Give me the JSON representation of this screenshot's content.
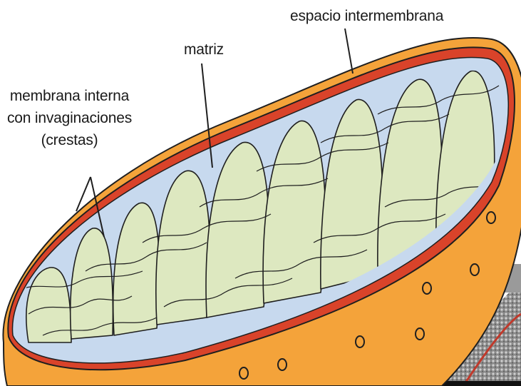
{
  "labels": {
    "espacio_intermembrana": "espacio intermembrana",
    "matriz": "matriz",
    "membrana_interna_line1": "membrana interna",
    "membrana_interna_line2": "con invaginaciones",
    "membrana_interna_line3": "(crestas)"
  },
  "colors": {
    "outer_membrane_fill": "#f4a33a",
    "outer_membrane_edge": "#c8341e",
    "intermembrane_space": "#c7d9ee",
    "matrix": "#dde8c0",
    "crista_fill": "#eef3f9",
    "line": "#1f1f1f"
  }
}
